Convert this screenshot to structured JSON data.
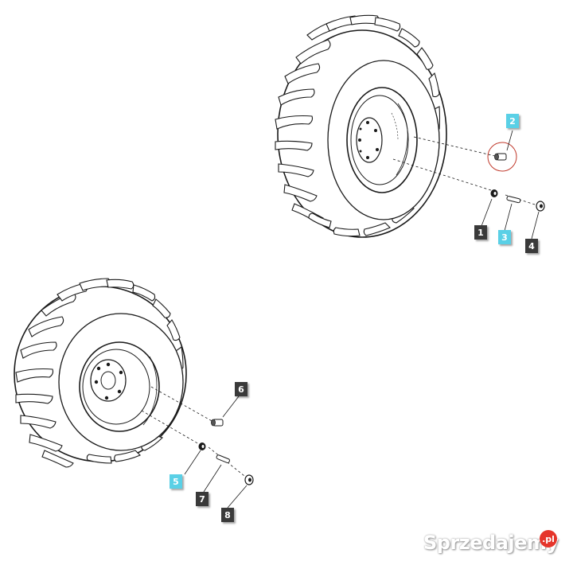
{
  "diagram": {
    "callouts": [
      {
        "id": "1",
        "label": "1",
        "style": "dark"
      },
      {
        "id": "2",
        "label": "2",
        "style": "cyan"
      },
      {
        "id": "3",
        "label": "3",
        "style": "cyan"
      },
      {
        "id": "4",
        "label": "4",
        "style": "dark"
      },
      {
        "id": "5",
        "label": "5",
        "style": "cyan"
      },
      {
        "id": "6",
        "label": "6",
        "style": "dark"
      },
      {
        "id": "7",
        "label": "7",
        "style": "dark"
      },
      {
        "id": "8",
        "label": "8",
        "style": "dark"
      }
    ]
  },
  "watermark": {
    "text": "Sprzedajemy",
    "suffix": ".pl"
  },
  "colors": {
    "line": "#1a1a1a",
    "callout_dark": "#3a3a3a",
    "callout_highlight": "#5ad0e6",
    "highlight_ring": "#c0392b",
    "brand_red": "#e5352b"
  }
}
